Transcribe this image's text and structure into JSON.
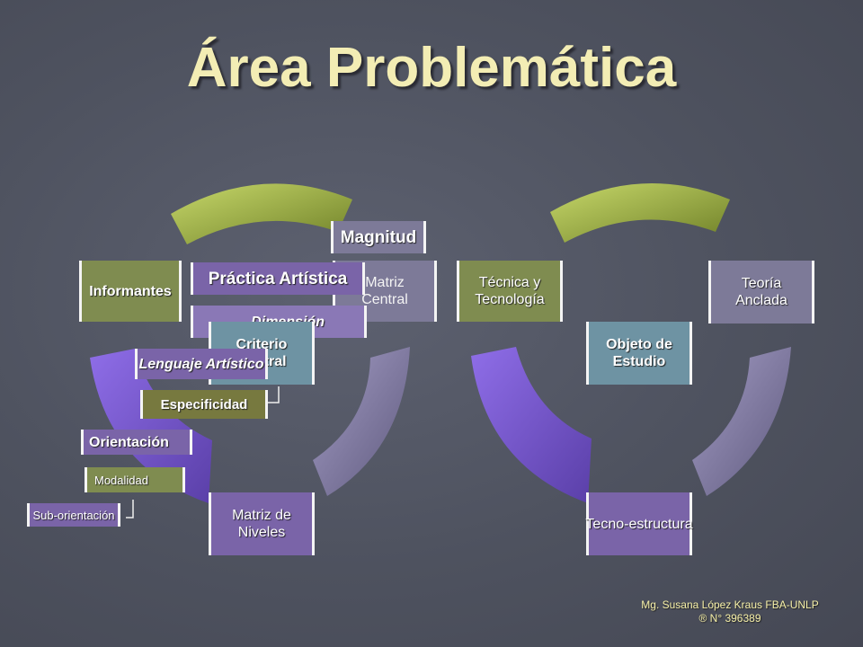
{
  "title": "Área Problemática",
  "left_labels": {
    "informantes": "Informantes",
    "practica": "Práctica Artística",
    "magnitud": "Magnitud",
    "matriz_central": "Matriz Central",
    "dimension": "Dimensión",
    "criterio": "Criterio Central",
    "lenguaje": "Lenguaje Artístico",
    "especificidad": "Especificidad",
    "orientacion": "Orientación",
    "modalidad": "Modalidad",
    "sub_orientacion": "Sub-orientación",
    "matriz_niveles": "Matriz de Niveles"
  },
  "right_labels": {
    "tecnica": "Técnica y Tecnología",
    "teoria": "Teoría Anclada",
    "objeto": "Objeto de Estudio",
    "tecno": "Tecno-estructura"
  },
  "footer": {
    "line1": "Mg. Susana López Kraus FBA-UNLP",
    "line2": "® N° 396389"
  },
  "colors": {
    "title": "#f3edb4",
    "green_arc": "#9cb144",
    "purple_arc": "#7b5fd0",
    "slate_arc": "#7f789c"
  }
}
